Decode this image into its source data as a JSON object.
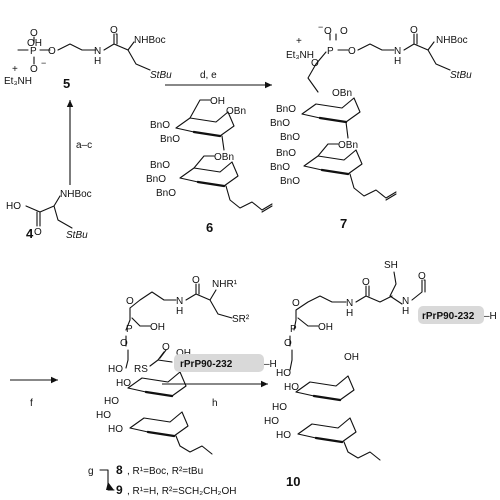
{
  "compounds": {
    "c5": {
      "label": "5"
    },
    "c4": {
      "label": "4"
    },
    "c6": {
      "label": "6"
    },
    "c7": {
      "label": "7"
    },
    "c8": {
      "label": "8",
      "desc": ", R¹=Boc, R²=tBu"
    },
    "c9": {
      "label": "9",
      "desc": ", R¹=H, R²=SCH₂CH₂OH"
    },
    "c10": {
      "label": "10"
    }
  },
  "reagents": {
    "ac": "a–c",
    "de": "d, e",
    "f": "f",
    "g": "g",
    "h": "h"
  },
  "groups": {
    "nhboc": "NHBoc",
    "stbu": "StBu",
    "et3nh": "Et₃NH",
    "bno": "BnO",
    "obn": "OBn",
    "oh": "OH",
    "ho": "HO",
    "oh_p": "OH",
    "rs": "RS",
    "sh": "SH",
    "nhr1": "NHR¹",
    "sr2": "SR²",
    "peptide": "rPrP90-232",
    "peptide_end": "–H"
  }
}
